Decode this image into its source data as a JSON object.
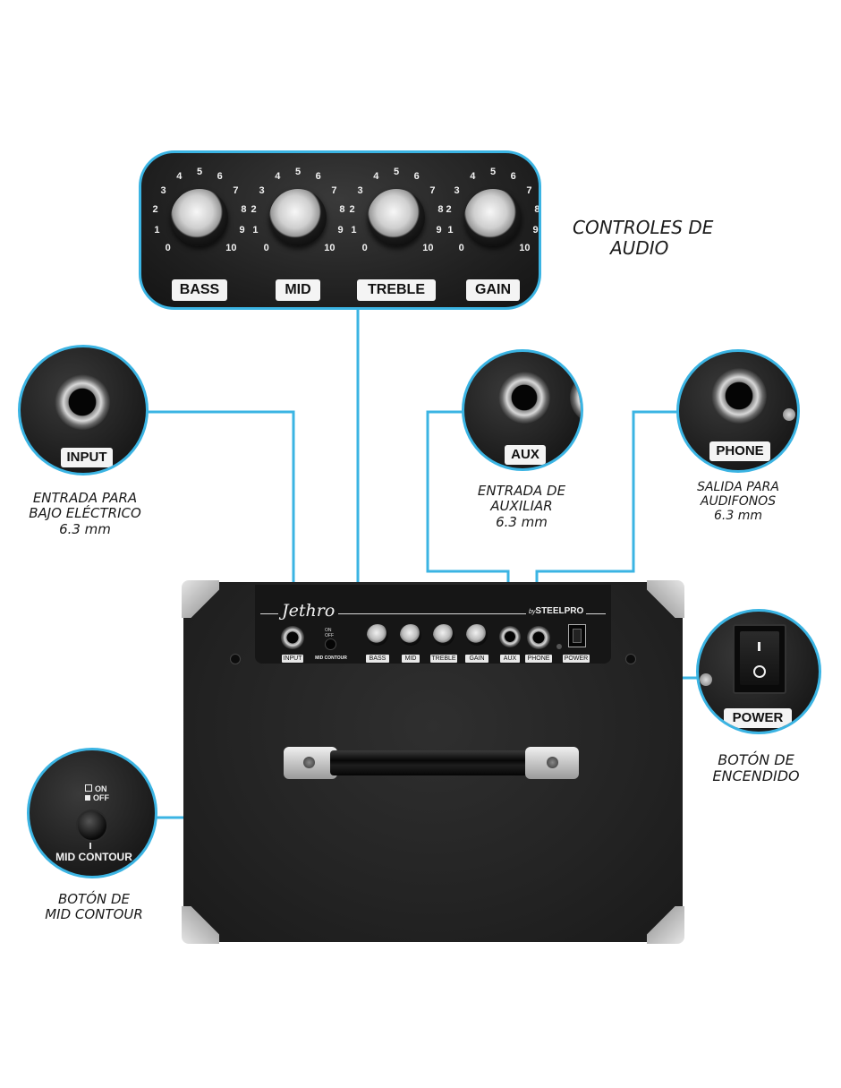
{
  "audio_panel": {
    "knobs": [
      {
        "label": "BASS"
      },
      {
        "label": "MID"
      },
      {
        "label": "TREBLE"
      },
      {
        "label": "GAIN"
      }
    ],
    "scale": [
      "0",
      "1",
      "2",
      "3",
      "4",
      "5",
      "6",
      "7",
      "8",
      "9",
      "10"
    ]
  },
  "callouts": {
    "audio_controls": {
      "line1": "CONTROLES DE",
      "line2": "AUDIO"
    },
    "input": {
      "tag": "INPUT",
      "line1": "ENTRADA PARA",
      "line2": "BAJO ELÉCTRICO",
      "line3": "6.3 mm"
    },
    "aux": {
      "tag": "AUX",
      "line1": "ENTRADA DE",
      "line2": "AUXILIAR",
      "line3": "6.3 mm"
    },
    "phone": {
      "tag": "PHONE",
      "line1": "SALIDA PARA",
      "line2": "AUDIFONOS",
      "line3": "6.3 mm"
    },
    "power": {
      "tag": "POWER",
      "line1": "BOTÓN DE",
      "line2": "ENCENDIDO"
    },
    "mid_contour": {
      "tag": "MID CONTOUR",
      "on": "ON",
      "off": "OFF",
      "line1": "BOTÓN DE",
      "line2": "MID CONTOUR"
    }
  },
  "amp": {
    "brand": "Jethro",
    "by": "by",
    "maker": "STEELPRO",
    "panel_labels": {
      "input": "INPUT",
      "mid_contour": "MID CONTOUR",
      "on": "ON",
      "off": "OFF",
      "bass": "BASS",
      "mid": "MID",
      "treble": "TREBLE",
      "gain": "GAIN",
      "aux": "AUX",
      "phone": "PHONE",
      "power": "POWER"
    }
  },
  "colors": {
    "accent": "#3bb4e3",
    "panel": "#1c1c1c",
    "tolex": "#262626"
  }
}
